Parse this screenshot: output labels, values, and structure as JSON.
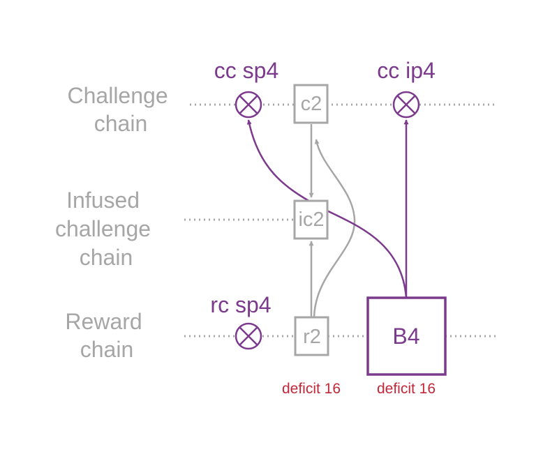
{
  "rows": {
    "challenge": [
      "Challenge",
      "chain"
    ],
    "infused": [
      "Infused",
      "challenge",
      "chain"
    ],
    "reward": [
      "Reward",
      "chain"
    ]
  },
  "points": {
    "cc_sp": "cc sp4",
    "cc_ip": "cc ip4",
    "rc_sp": "rc sp4"
  },
  "nodes": {
    "c2": "c2",
    "ic2": "ic2",
    "r2": "r2",
    "b4": "B4"
  },
  "deficits": {
    "r2": "deficit 16",
    "b4": "deficit 16"
  },
  "colors": {
    "gray": "#a6a6a6",
    "purple": "#7b3a8c",
    "deficit_red": "#c0283a"
  }
}
